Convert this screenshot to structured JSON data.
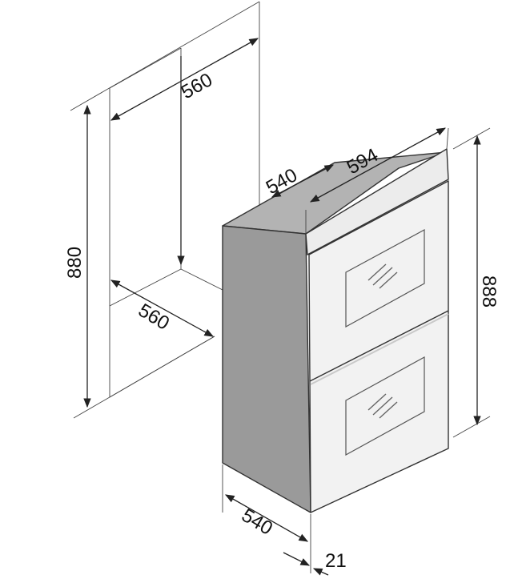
{
  "dimensions": {
    "niche_width_top": "560",
    "niche_height": "880",
    "niche_depth": "560",
    "oven_depth_top": "540",
    "oven_width": "594",
    "oven_height": "888",
    "oven_depth_bottom": "540",
    "door_thickness": "21"
  },
  "colors": {
    "side_panel": "#9a9a9a",
    "top_panel": "#b3b3b3",
    "front_glass": "#f2f2f2",
    "control_panel": "#ececec",
    "line": "#222222"
  }
}
